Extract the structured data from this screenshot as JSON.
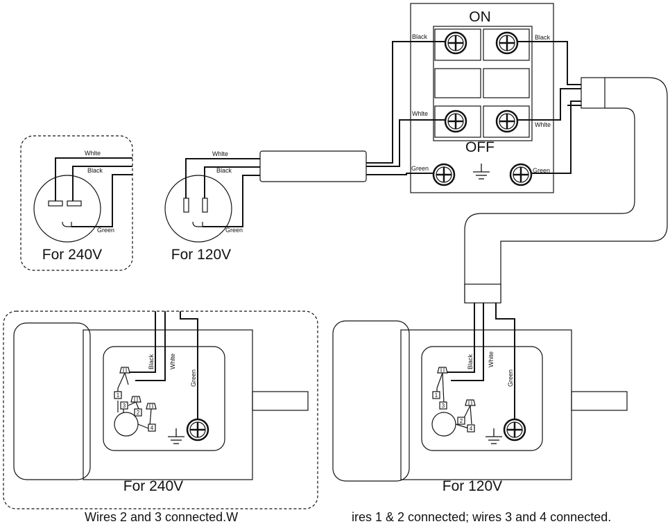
{
  "switch": {
    "on_label": "ON",
    "off_label": "OFF"
  },
  "wire_labels": {
    "black": "Black",
    "white": "White",
    "white_misprint": "Whlte",
    "green": "Green"
  },
  "terminals": [
    "1",
    "2",
    "3",
    "4"
  ],
  "plugs": {
    "p240_title": "For 240V",
    "p120_title": "For 120V"
  },
  "motors": {
    "m240_title": "For 240V",
    "m120_title": "For 120V"
  },
  "captions": {
    "left": "Wires 2 and 3 connected.W",
    "right": "ires 1 & 2 connected; wires 3 and 4 connected."
  }
}
